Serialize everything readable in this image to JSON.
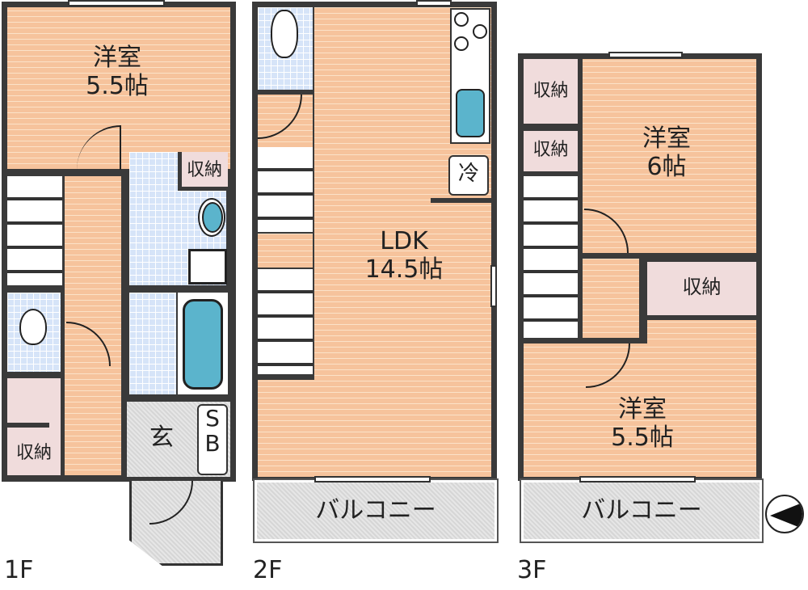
{
  "floors": [
    {
      "label": "1F",
      "rooms": {
        "western_room": {
          "name": "洋室",
          "size": "5.5帖"
        },
        "storage_upper": {
          "name": "収納"
        },
        "storage_lower": {
          "name": "収納"
        },
        "entrance": {
          "name": "玄"
        },
        "shoe_box": {
          "name": "S\nB",
          "line1": "S",
          "line2": "B"
        },
        "toilet": {
          "name": ""
        },
        "washroom": {
          "name": ""
        },
        "bathroom": {
          "name": ""
        }
      }
    },
    {
      "label": "2F",
      "rooms": {
        "ldk": {
          "name": "LDK",
          "size": "14.5帖"
        },
        "fridge": {
          "name": "冷"
        },
        "balcony": {
          "name": "バルコニー"
        },
        "toilet": {
          "name": ""
        }
      }
    },
    {
      "label": "3F",
      "rooms": {
        "western_room_north": {
          "name": "洋室",
          "size": "6帖"
        },
        "western_room_south": {
          "name": "洋室",
          "size": "5.5帖"
        },
        "storage_1": {
          "name": "収納"
        },
        "storage_2": {
          "name": "収納"
        },
        "storage_3": {
          "name": "収納"
        },
        "balcony": {
          "name": "バルコニー"
        }
      }
    }
  ],
  "compass": {
    "icon": "north-arrow-icon"
  },
  "colors": {
    "wood_floor": "#f6c39c",
    "tile_floor": "#d6e4f8",
    "storage": "#f0dcdc",
    "fixture_blue": "#5bb4cc",
    "wall": "#3a3a3a",
    "balcony": "#dcdcdc"
  }
}
